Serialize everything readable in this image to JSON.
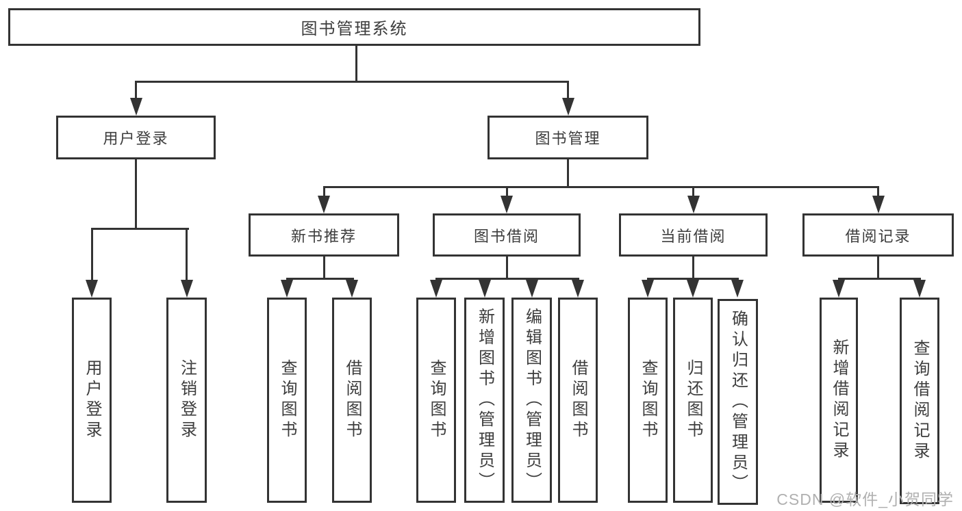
{
  "tree": {
    "label": "图书管理系统",
    "children": [
      {
        "label": "用户登录",
        "children": [
          {
            "label": "用户登录"
          },
          {
            "label": "注销登录"
          }
        ]
      },
      {
        "label": "图书管理",
        "children": [
          {
            "label": "新书推荐",
            "children": [
              {
                "label": "查询图书"
              },
              {
                "label": "借阅图书"
              }
            ]
          },
          {
            "label": "图书借阅",
            "children": [
              {
                "label": "查询图书"
              },
              {
                "label": "新增图书（管理员）"
              },
              {
                "label": "编辑图书（管理员）"
              },
              {
                "label": "借阅图书"
              }
            ]
          },
          {
            "label": "当前借阅",
            "children": [
              {
                "label": "查询图书"
              },
              {
                "label": "归还图书"
              },
              {
                "label": "确认归还（管理员）"
              }
            ]
          },
          {
            "label": "借阅记录",
            "children": [
              {
                "label": "新增借阅记录"
              },
              {
                "label": "查询借阅记录"
              }
            ]
          }
        ]
      }
    ]
  },
  "watermark": {
    "text": "CSDN @软件_小贺同学"
  },
  "colors": {
    "line": "#333333",
    "box_border": "#333333",
    "text": "#3d3d3d",
    "background": "#ffffff",
    "watermark": "#b0b0b0"
  }
}
